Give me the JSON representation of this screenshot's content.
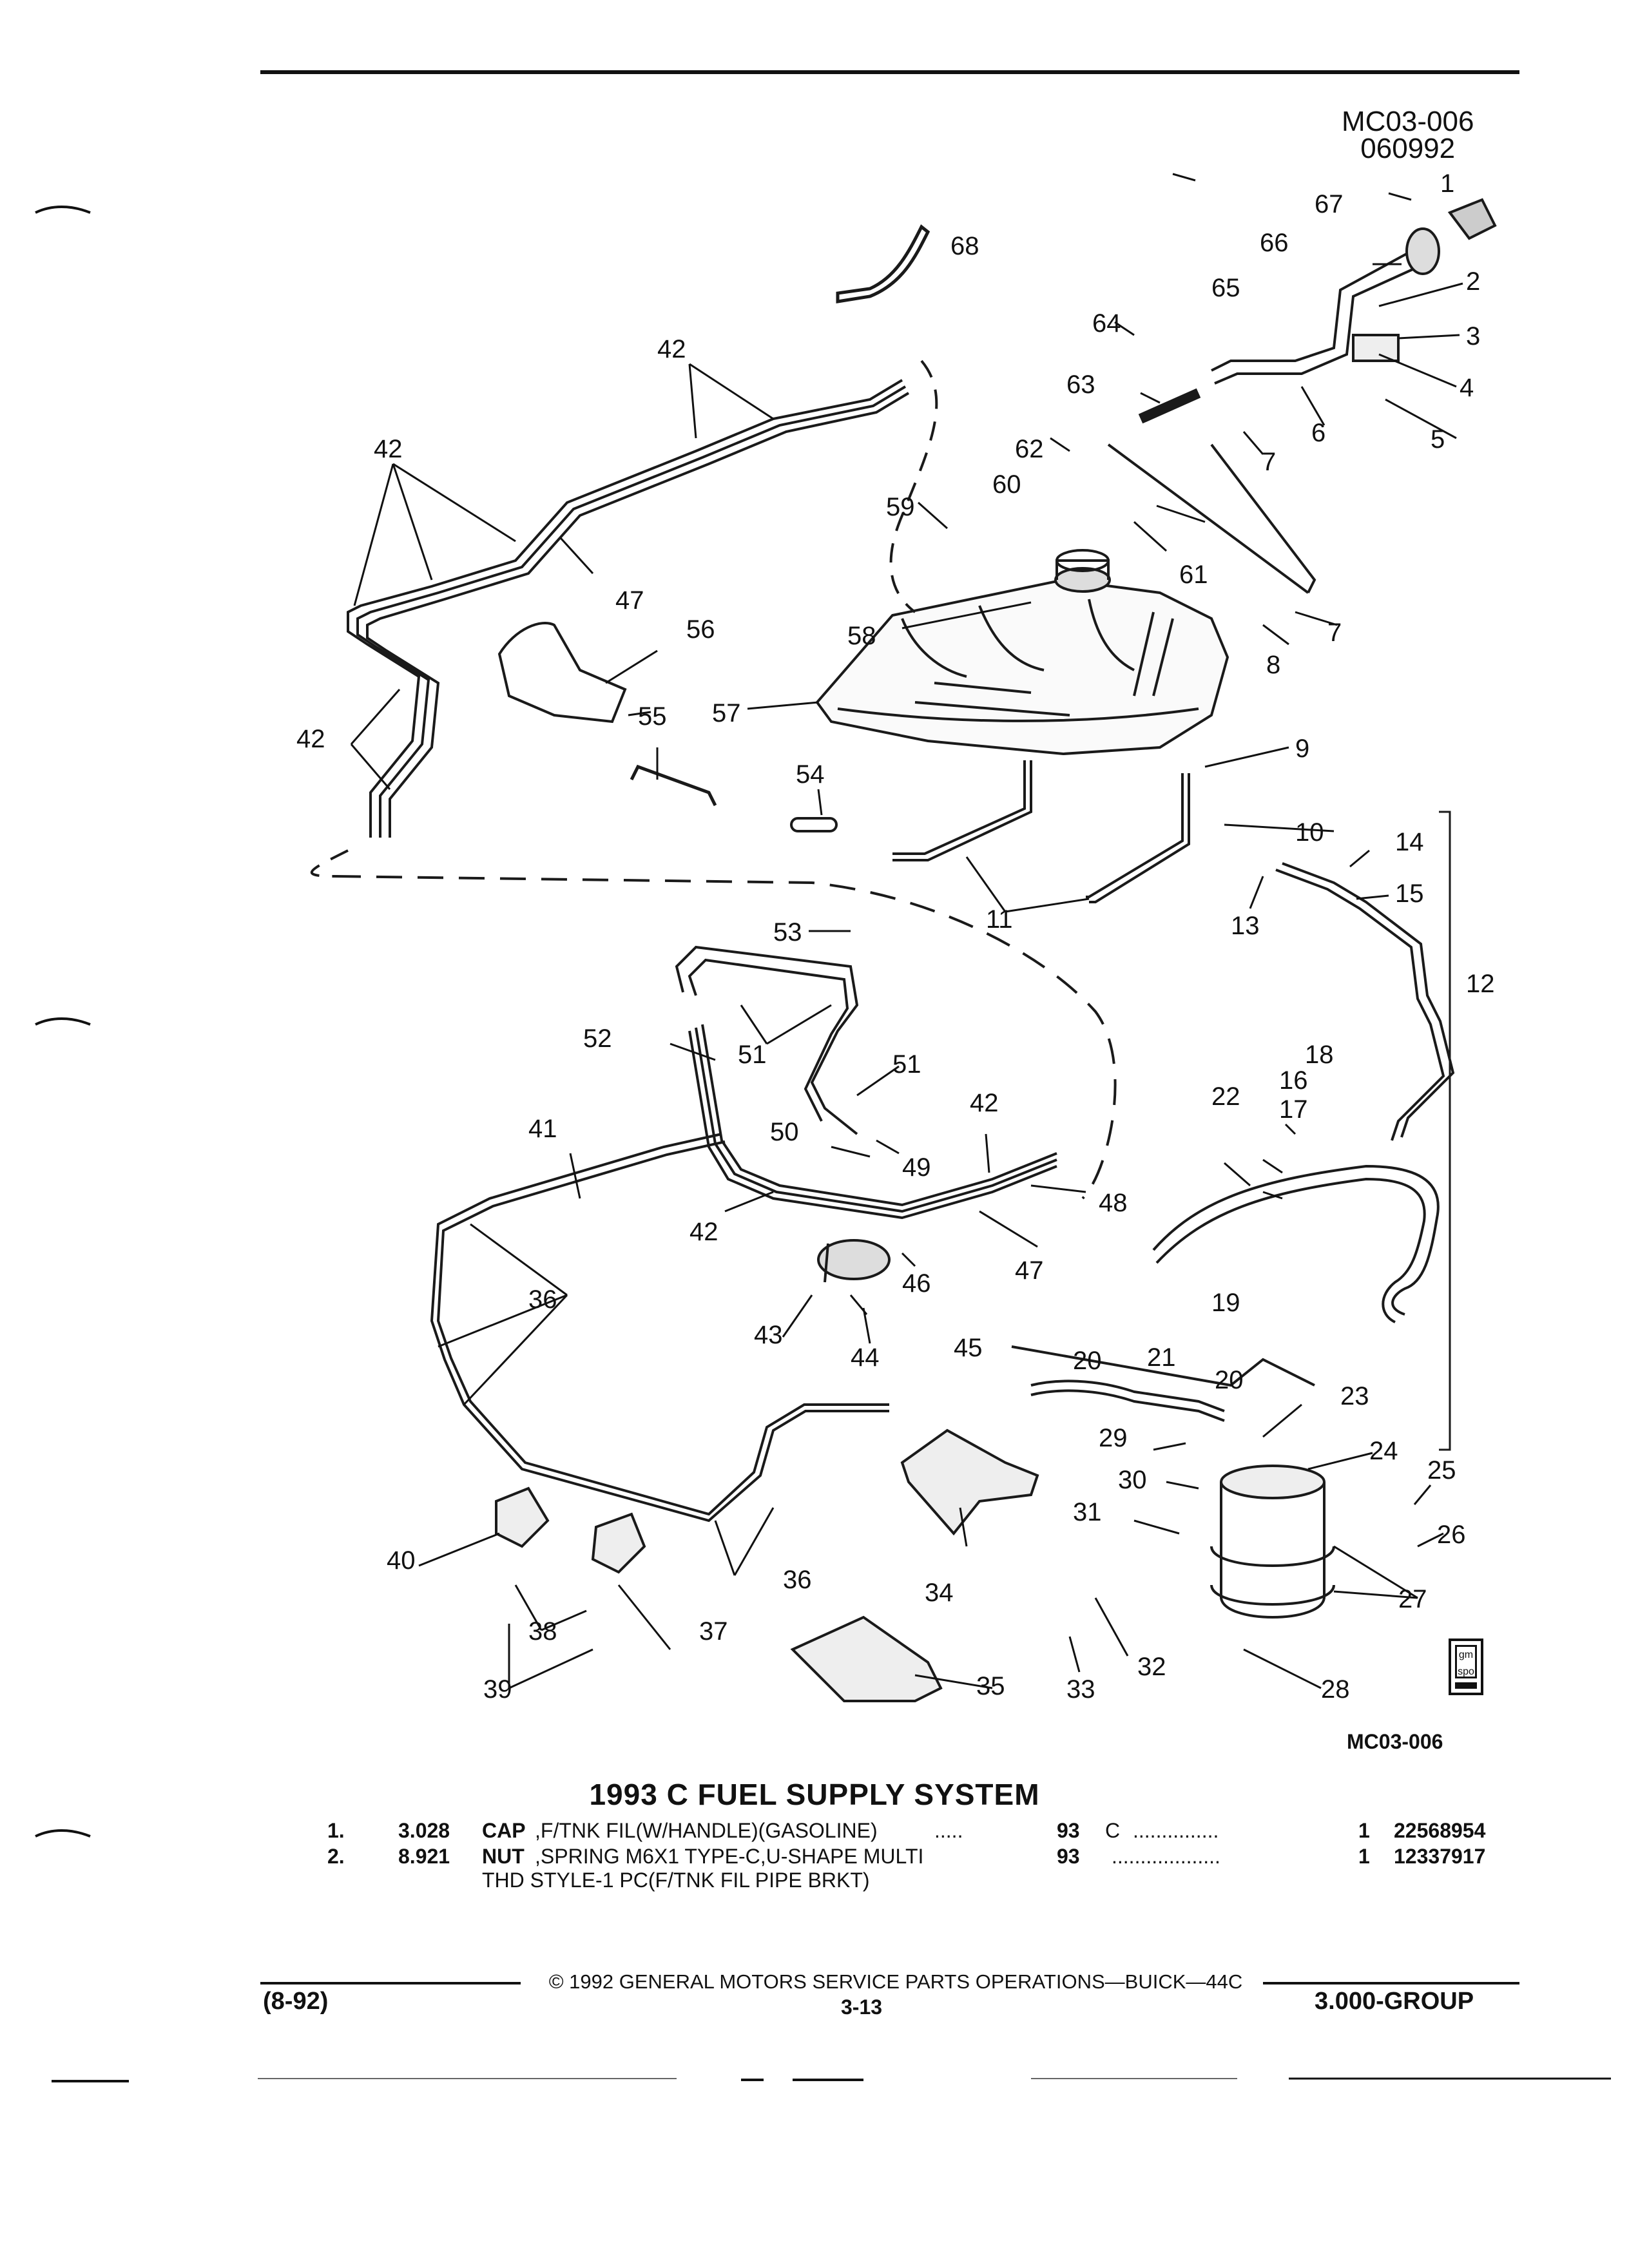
{
  "header": {
    "code": "MC03-006",
    "date": "060992"
  },
  "figure_ref": "MC03-006",
  "callouts": [
    "1",
    "2",
    "3",
    "4",
    "5",
    "6",
    "7",
    "8",
    "9",
    "10",
    "11",
    "12",
    "13",
    "14",
    "15",
    "16",
    "17",
    "18",
    "19",
    "20",
    "21",
    "22",
    "23",
    "24",
    "25",
    "26",
    "27",
    "28",
    "29",
    "30",
    "31",
    "32",
    "33",
    "34",
    "35",
    "36",
    "37",
    "38",
    "39",
    "40",
    "41",
    "42",
    "43",
    "44",
    "45",
    "46",
    "47",
    "48",
    "49",
    "50",
    "51",
    "52",
    "53",
    "54",
    "55",
    "56",
    "57",
    "58",
    "59",
    "60",
    "61",
    "62",
    "63",
    "64",
    "65",
    "66",
    "67",
    "68"
  ],
  "title": "1993 C FUEL SUPPLY SYSTEM",
  "parts": [
    {
      "num": "1.",
      "ref": "3.028",
      "name": "CAP",
      "desc": ",F/TNK FIL(W/HANDLE)(GASOLINE)",
      "dots1": ".....",
      "year": "93",
      "code": "C",
      "dots2": "...............",
      "qty": "1",
      "part_no": "22568954"
    },
    {
      "num": "2.",
      "ref": "8.921",
      "name": "NUT",
      "desc": ",SPRING M6X1 TYPE-C,U-SHAPE MULTI",
      "desc2": "THD STYLE-1 PC(F/TNK FIL PIPE BRKT)",
      "year": "93",
      "dots2": "...................",
      "qty": "1",
      "part_no": "12337917"
    }
  ],
  "footer": {
    "copyright": "© 1992 GENERAL MOTORS SERVICE PARTS OPERATIONS—BUICK—44C",
    "date": "(8-92)",
    "page": "3-13",
    "group": "3.000-GROUP"
  },
  "logo": {
    "text": "gm spo"
  }
}
